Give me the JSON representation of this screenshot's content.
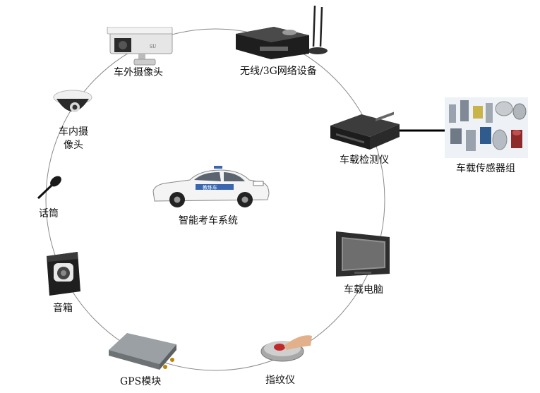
{
  "diagram": {
    "center_label": "智能考车系统",
    "car_door_text": "教练车",
    "car_plate_text": "",
    "nodes": [
      {
        "id": "outdoor-camera",
        "label": "车外摄像头"
      },
      {
        "id": "wireless-3g",
        "label": "无线/3G网络设备"
      },
      {
        "id": "vehicle-detector",
        "label": "车载检测仪"
      },
      {
        "id": "sensor-group",
        "label": "车载传感器组"
      },
      {
        "id": "vehicle-computer",
        "label": "车载电脑"
      },
      {
        "id": "fingerprint",
        "label": "指纹仪"
      },
      {
        "id": "gps-module",
        "label": "GPS模块"
      },
      {
        "id": "speaker",
        "label": "音箱"
      },
      {
        "id": "microphone",
        "label": "话筒"
      },
      {
        "id": "indoor-camera",
        "label_line1": "车内摄",
        "label_line2": "像头"
      }
    ]
  }
}
